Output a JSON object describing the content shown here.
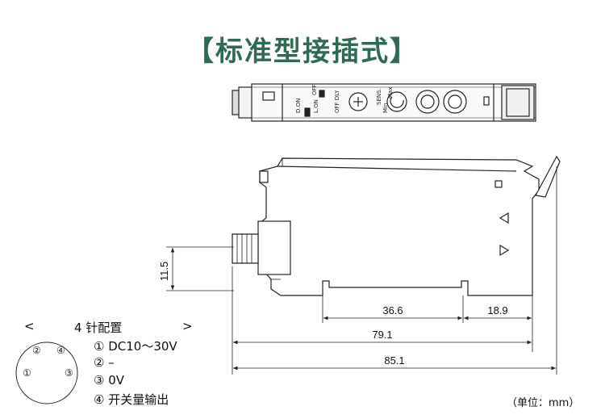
{
  "title": "【标准型接插式】",
  "dimensions": {
    "d_116": "11.5",
    "d_366": "36.6",
    "d_189": "18.9",
    "d_791": "79.1",
    "d_851": "85.1"
  },
  "device_labels": {
    "dion": "D.ON",
    "lon": "L.ON",
    "off_top": "OFF",
    "off_dly": "OFF DLY",
    "sens": "SENS.",
    "min": "Min",
    "max": "Max"
  },
  "connector": {
    "bracket_left": "<",
    "bracket_right": ">",
    "heading": "4 针配置",
    "pins": [
      "①",
      "②",
      "③",
      "④"
    ],
    "legend": [
      "① DC10～30V",
      "② –",
      "③ 0V",
      "④ 开关量输出"
    ]
  },
  "unit_note": "（单位：mm）"
}
